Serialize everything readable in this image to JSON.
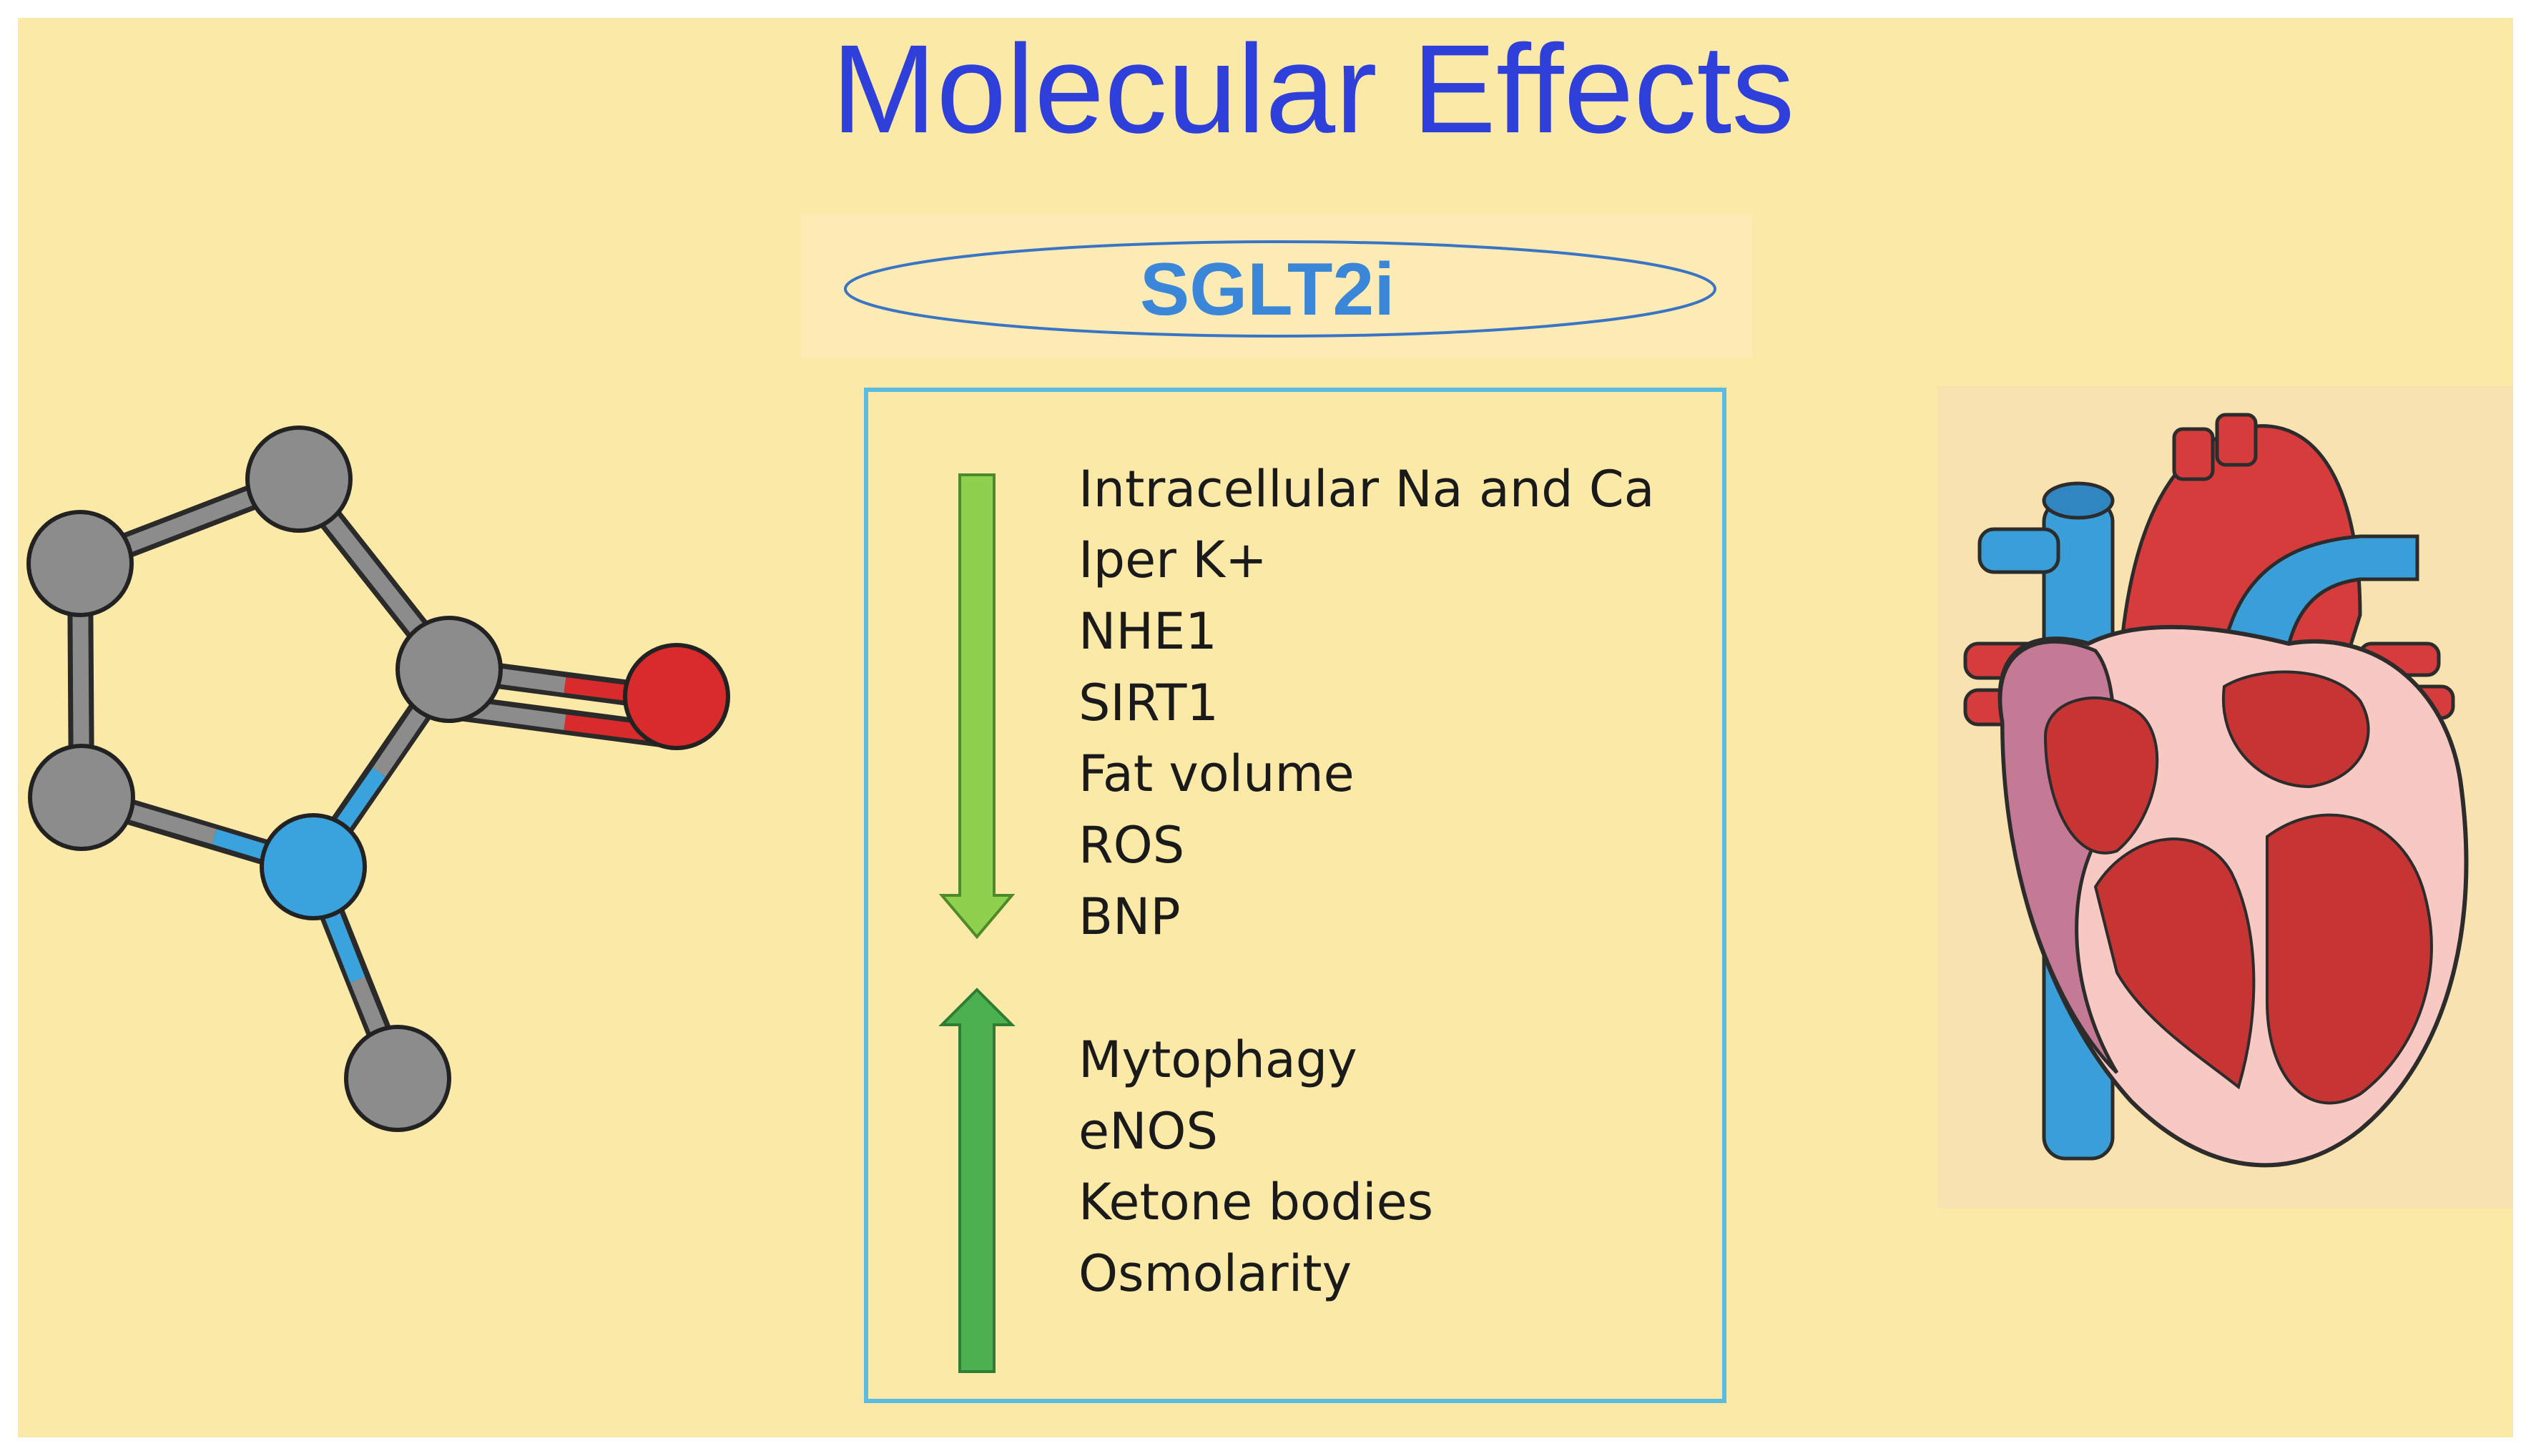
{
  "title": "Molecular Effects",
  "drug_label": "SGLT2i",
  "decreased_effects": [
    "Intracellular Na and Ca",
    "Iper K+",
    "NHE1",
    "SIRT1",
    "Fat volume",
    "ROS",
    "BNP"
  ],
  "increased_effects": [
    "Mytophagy",
    "eNOS",
    "Ketone bodies",
    "Osmolarity"
  ],
  "colors": {
    "background": "#fbe9a8",
    "title": "#2f3fd9",
    "drug_label": "#3a86d8",
    "box_border": "#5bbbe0",
    "down_arrow": "#8fd14f",
    "up_arrow": "#4caf50",
    "atom_carbon": "#8c8c8c",
    "atom_nitrogen": "#3aa3dd",
    "atom_oxygen": "#d92b2b"
  }
}
